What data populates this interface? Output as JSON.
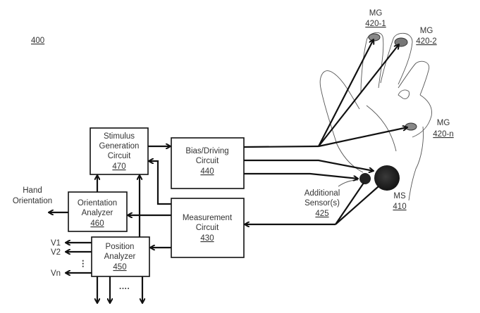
{
  "figure": {
    "ref": "400"
  },
  "blocks": {
    "stimulus": {
      "line1": "Stimulus",
      "line2": "Generation",
      "line3": "Circuit",
      "ref": "470"
    },
    "bias": {
      "line1": "Bias/Driving",
      "line2": "Circuit",
      "ref": "440"
    },
    "measurement": {
      "line1": "Measurement",
      "line2": "Circuit",
      "ref": "430"
    },
    "orientation": {
      "line1": "Orientation",
      "line2": "Analyzer",
      "ref": "460"
    },
    "position": {
      "line1": "Position",
      "line2": "Analyzer",
      "ref": "450"
    }
  },
  "outputs": {
    "hand_orientation_line1": "Hand",
    "hand_orientation_line2": "Orientation",
    "v1": "V1",
    "v2": "V2",
    "vn": "Vn",
    "vertical_ellipsis": "⋮",
    "horizontal_ellipsis": "····"
  },
  "sensors": {
    "mg1": {
      "name": "MG",
      "ref": "420-1"
    },
    "mg2": {
      "name": "MG",
      "ref": "420-2"
    },
    "mgn": {
      "name": "MG",
      "ref": "420-n"
    },
    "ms": {
      "name": "MS",
      "ref": "410"
    },
    "additional": {
      "line1": "Additional",
      "line2": "Sensor(s)",
      "ref": "425"
    }
  }
}
